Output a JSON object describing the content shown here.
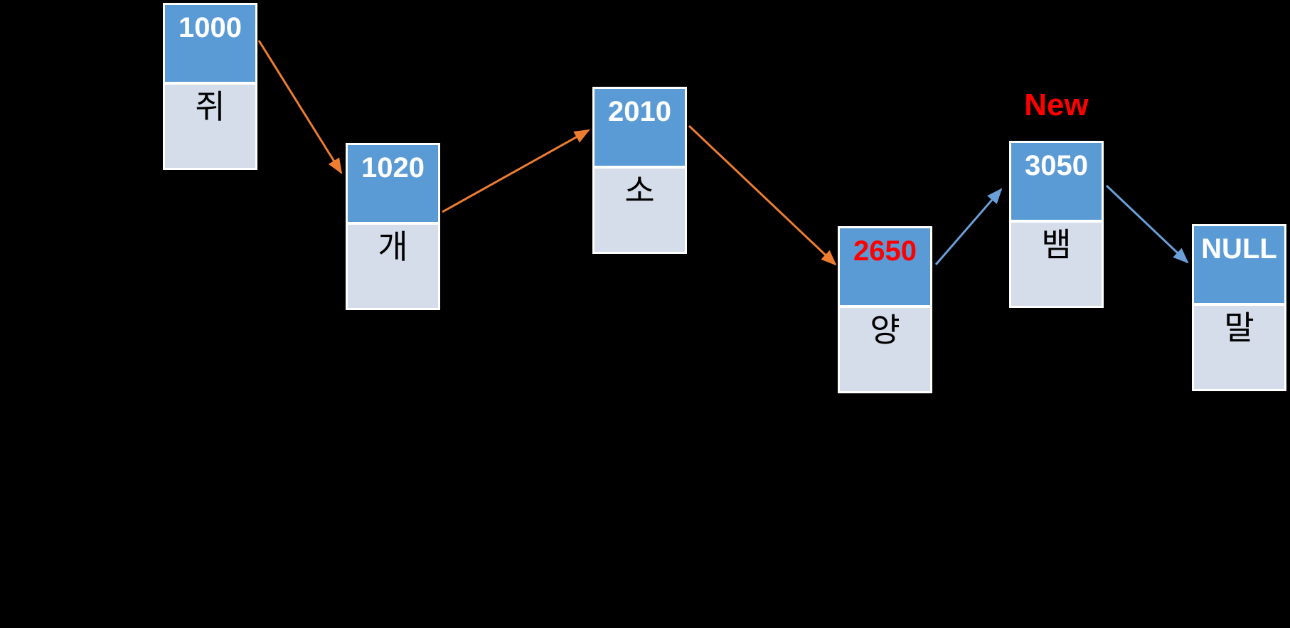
{
  "diagram": {
    "title_hint": "linked-list insertion diagram",
    "background": "#000000",
    "annotation": {
      "text": "New",
      "color": "#FF0000"
    },
    "nodes": [
      {
        "name": "node-1000",
        "address": "1000",
        "address_color": "#FFFFFF",
        "data": "쥐"
      },
      {
        "name": "node-1020",
        "address": "1020",
        "address_color": "#FFFFFF",
        "data": "개"
      },
      {
        "name": "node-2010",
        "address": "2010",
        "address_color": "#FFFFFF",
        "data": "소"
      },
      {
        "name": "node-2650",
        "address": "2650",
        "address_color": "#FF0000",
        "data": "양"
      },
      {
        "name": "node-3050",
        "address": "3050",
        "address_color": "#FFFFFF",
        "data": "뱀",
        "annotation": "New"
      },
      {
        "name": "node-null",
        "address": "NULL",
        "address_color": "#FFFFFF",
        "data": "말"
      }
    ],
    "edges": [
      {
        "from": "1000",
        "to": "1020",
        "color": "#ED7D31"
      },
      {
        "from": "1020",
        "to": "2010",
        "color": "#ED7D31"
      },
      {
        "from": "2010",
        "to": "2650",
        "color": "#ED7D31"
      },
      {
        "from": "2650",
        "to": "3050",
        "color": "#6A9FD8"
      },
      {
        "from": "3050",
        "to": "NULL",
        "color": "#6A9FD8"
      }
    ],
    "colors": {
      "header_fill": "#5B9BD5",
      "body_fill": "#D5DCEA",
      "node_border": "#FFFFFF",
      "orange_arrow": "#ED7D31",
      "blue_arrow": "#6A9FD8",
      "highlight_text": "#FF0000"
    }
  }
}
